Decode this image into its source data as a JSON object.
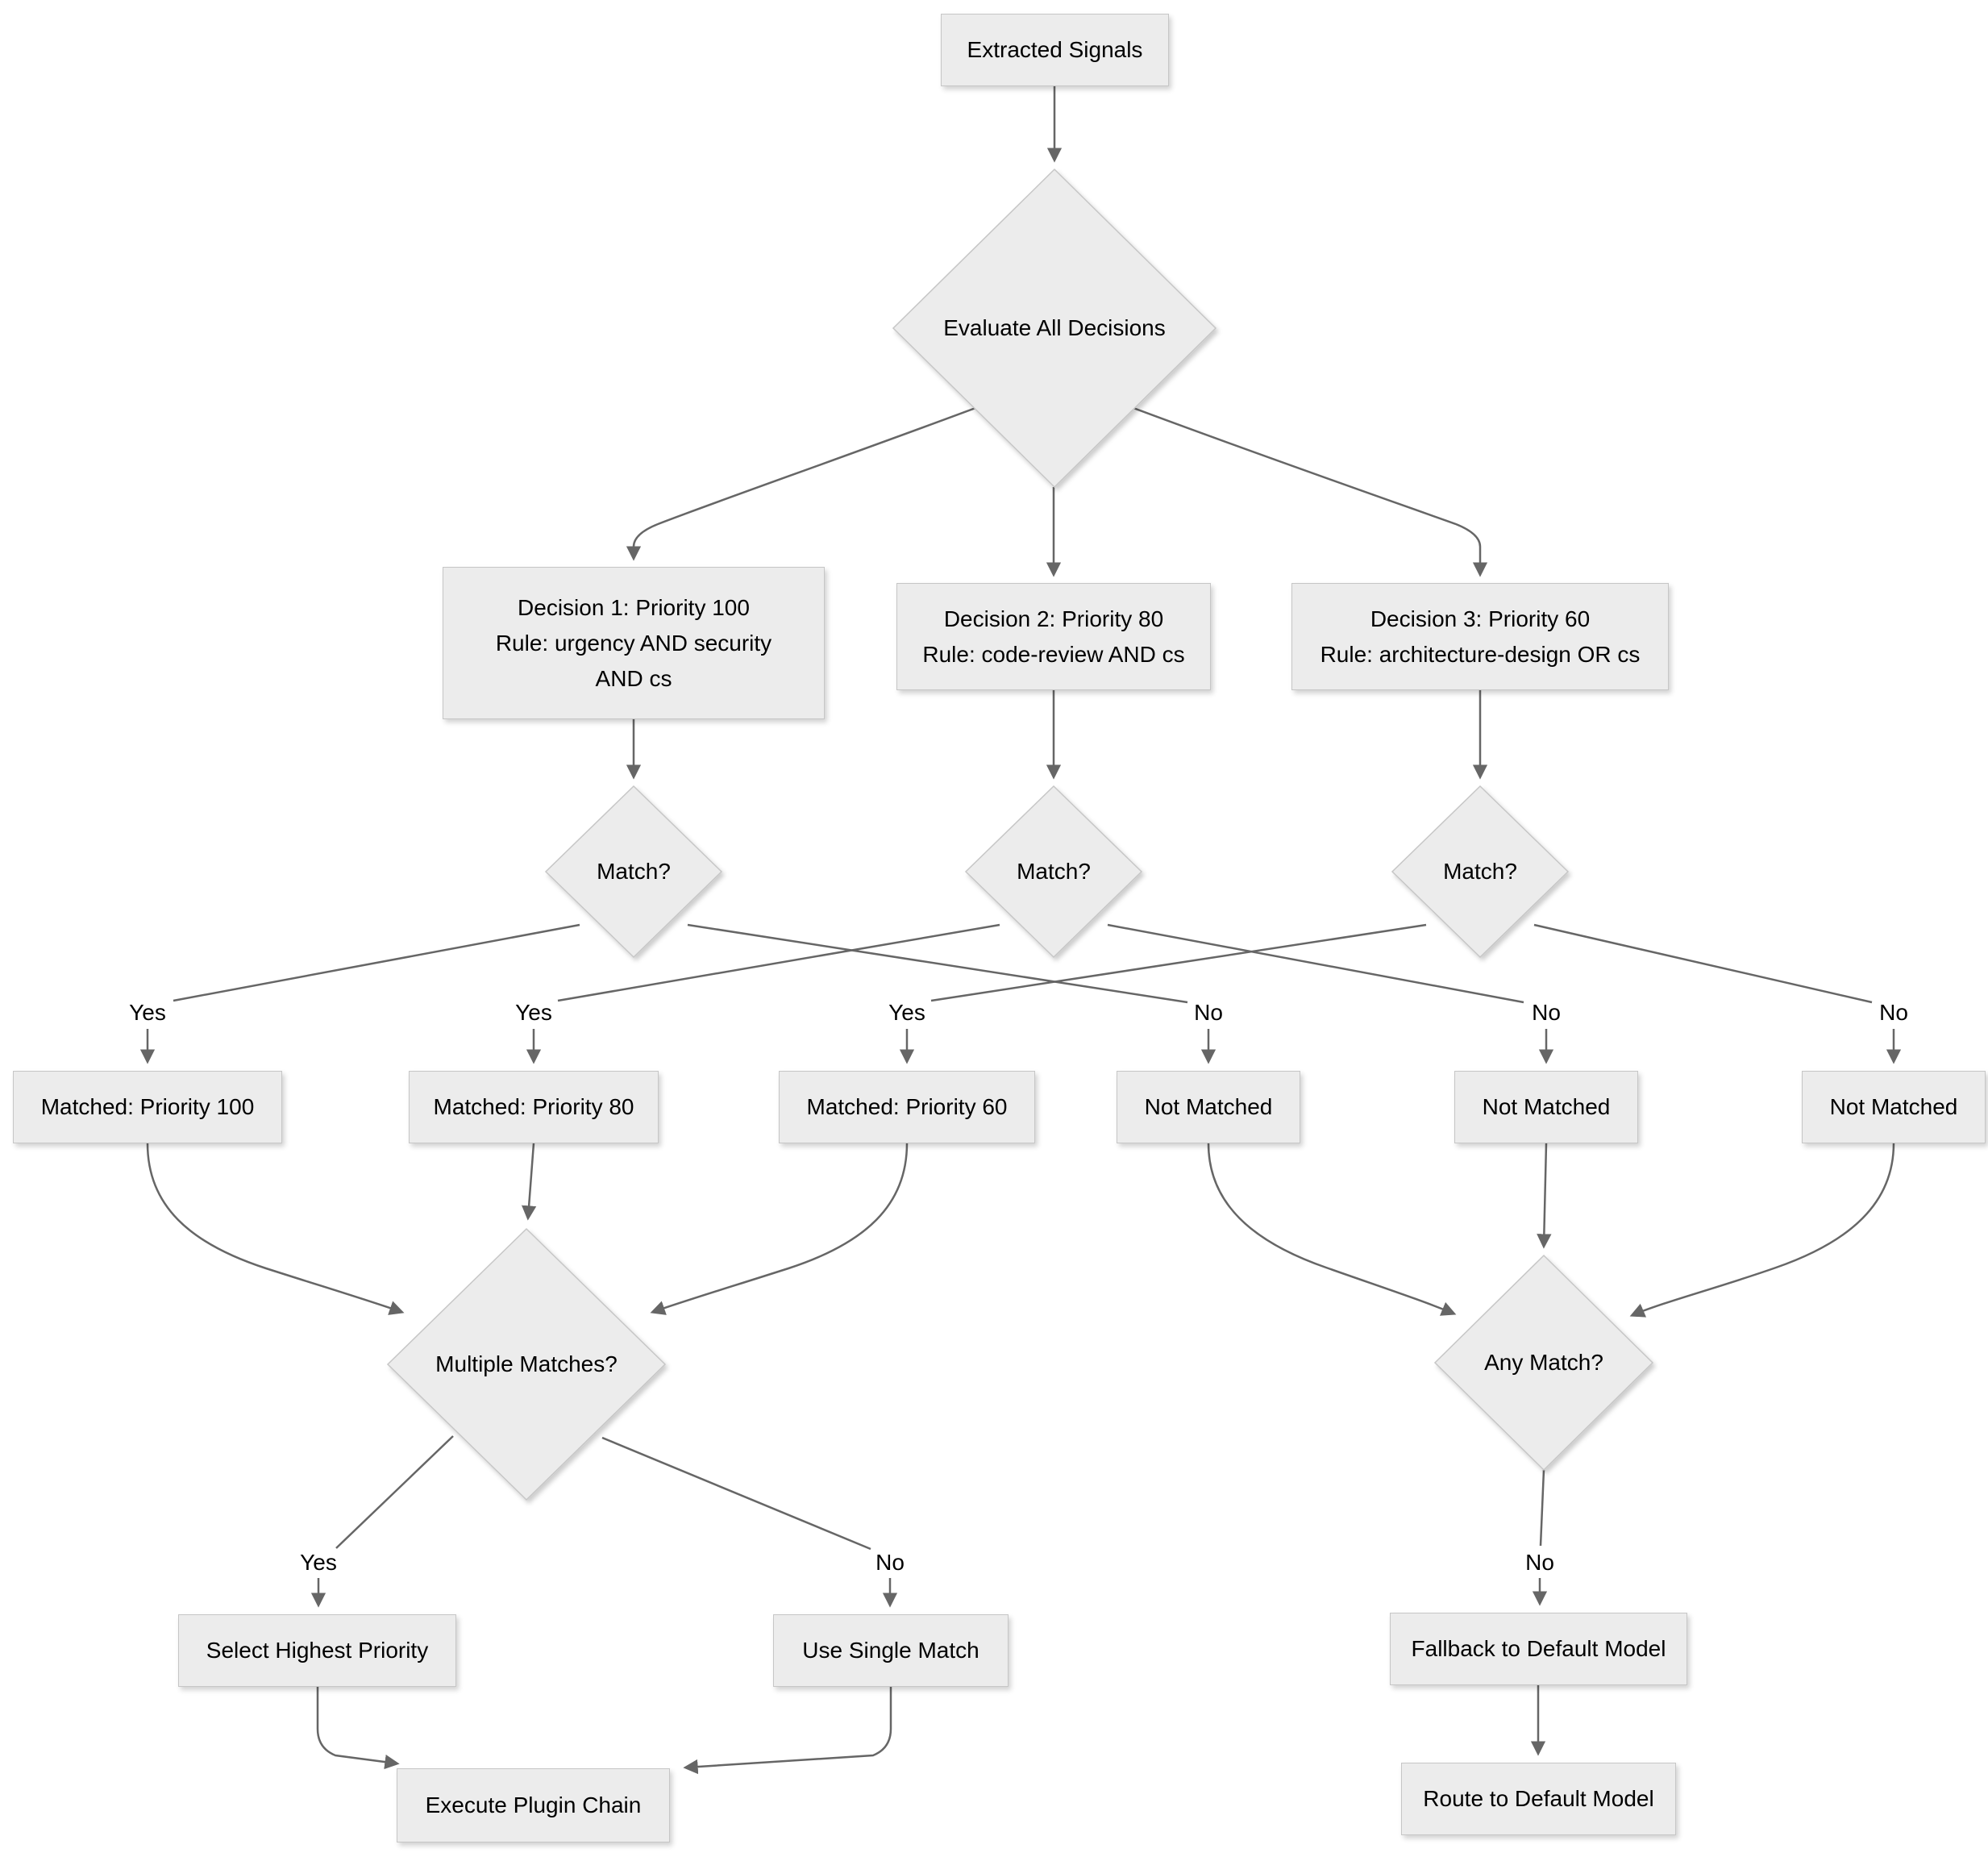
{
  "diagram": {
    "type": "flowchart",
    "background_color": "#ffffff",
    "node_fill_color": "#ececec",
    "node_border_color": "#c6c6c6",
    "edge_color": "#666666",
    "text_color": "#000000"
  },
  "nodes": {
    "extracted_signals": {
      "label": "Extracted Signals"
    },
    "evaluate_all": {
      "label": "Evaluate All Decisions"
    },
    "decision1": {
      "lines": [
        "Decision 1: Priority 100",
        "Rule: urgency AND security",
        "AND cs"
      ]
    },
    "decision2": {
      "lines": [
        "Decision 2: Priority 80",
        "Rule: code-review AND cs"
      ]
    },
    "decision3": {
      "lines": [
        "Decision 3: Priority 60",
        "Rule: architecture-design OR cs"
      ]
    },
    "match1": {
      "label": "Match?"
    },
    "match2": {
      "label": "Match?"
    },
    "match3": {
      "label": "Match?"
    },
    "matched_100": {
      "label": "Matched: Priority 100"
    },
    "matched_80": {
      "label": "Matched: Priority 80"
    },
    "matched_60": {
      "label": "Matched: Priority 60"
    },
    "not_matched_1": {
      "label": "Not Matched"
    },
    "not_matched_2": {
      "label": "Not Matched"
    },
    "not_matched_3": {
      "label": "Not Matched"
    },
    "multiple_matches": {
      "label": "Multiple Matches?"
    },
    "any_match": {
      "label": "Any Match?"
    },
    "select_highest": {
      "label": "Select Highest Priority"
    },
    "use_single": {
      "label": "Use Single Match"
    },
    "execute_chain": {
      "label": "Execute Plugin Chain"
    },
    "fallback_default": {
      "label": "Fallback to Default Model"
    },
    "route_default": {
      "label": "Route to Default Model"
    }
  },
  "edge_labels": {
    "match1_yes": "Yes",
    "match2_yes": "Yes",
    "match3_yes": "Yes",
    "match1_no": "No",
    "match2_no": "No",
    "match3_no": "No",
    "multiple_yes": "Yes",
    "multiple_no": "No",
    "any_no": "No"
  }
}
